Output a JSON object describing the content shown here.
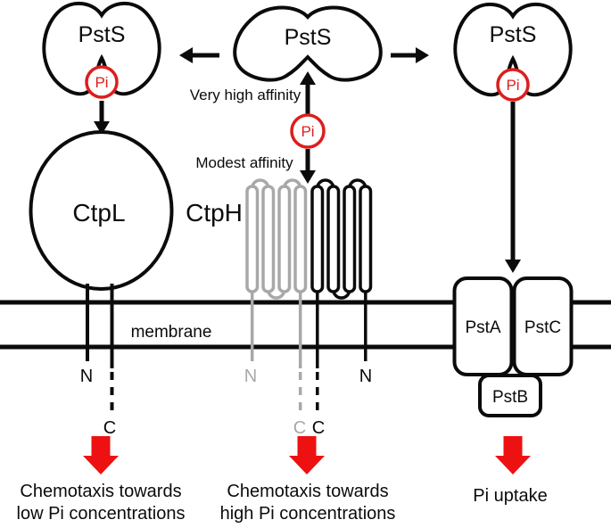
{
  "colors": {
    "black": "#0b0b0b",
    "gray": "#a8a8a8",
    "pi_red": "#dd1d1d",
    "arrow_red": "#ee1111",
    "white": "#ffffff"
  },
  "binding_proteins": {
    "left": "PstS",
    "center": "PstS",
    "right": "PstS"
  },
  "pi": {
    "left": "Pi",
    "ligand": "Pi",
    "right": "Pi"
  },
  "affinities": {
    "very_high": "Very high affinity",
    "modest": "Modest affinity"
  },
  "chemoreceptors": {
    "ctpl": "CtpL",
    "ctph": "CtpH"
  },
  "termini": {
    "ctpl_n": "N",
    "ctpl_c": "C",
    "ctph_gray_n": "N",
    "ctph_gray_c": "C",
    "ctph_black_c": "C",
    "ctph_black_n": "N"
  },
  "membrane_label": "membrane",
  "transporter": {
    "pst_a": "PstA",
    "pst_c": "PstC",
    "pst_b": "PstB"
  },
  "outcomes": {
    "left_line1": "Chemotaxis towards",
    "left_line2": "low Pi concentrations",
    "center_line1": "Chemotaxis towards",
    "center_line2": "high Pi concentrations",
    "right_line1": "Pi uptake"
  }
}
